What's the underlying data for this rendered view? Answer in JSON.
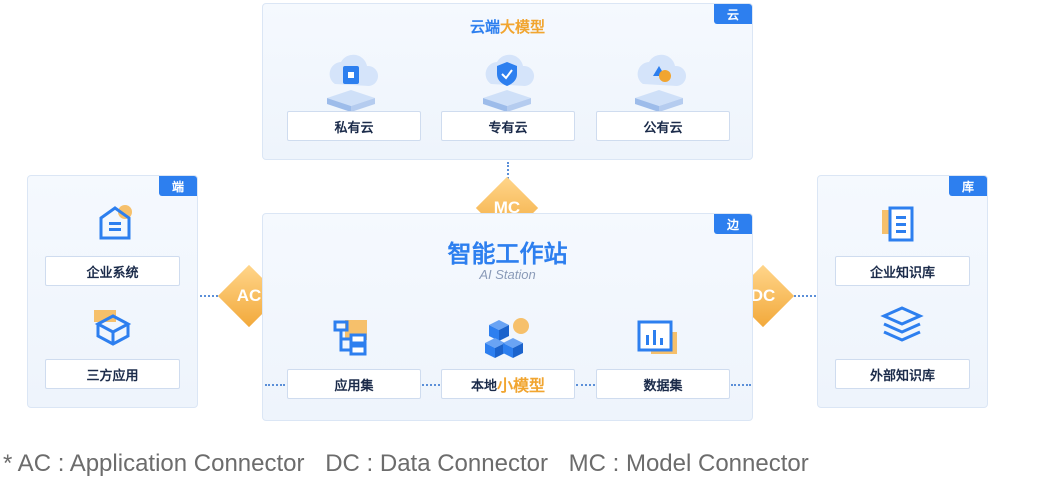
{
  "cloud": {
    "tag": "云",
    "title_main": "云端",
    "title_highlight": "大模型",
    "items": [
      {
        "label": "私有云",
        "icon": "private-cloud-server-icon"
      },
      {
        "label": "专有云",
        "icon": "dedicated-cloud-server-icon"
      },
      {
        "label": "公有云",
        "icon": "public-cloud-server-icon"
      }
    ]
  },
  "endpoint": {
    "tag": "端",
    "items": [
      {
        "label": "企业系统",
        "icon": "enterprise-system-icon"
      },
      {
        "label": "三方应用",
        "icon": "third-party-app-icon"
      }
    ]
  },
  "library": {
    "tag": "库",
    "items": [
      {
        "label": "企业知识库",
        "icon": "enterprise-knowledge-icon"
      },
      {
        "label": "外部知识库",
        "icon": "external-knowledge-icon"
      }
    ]
  },
  "edge": {
    "tag": "边",
    "title": "智能工作站",
    "subtitle": "AI Station",
    "items": [
      {
        "label": "应用集",
        "icon": "app-set-icon"
      },
      {
        "label_main": "本地",
        "label_highlight": "小模型",
        "icon": "local-small-model-icon"
      },
      {
        "label": "数据集",
        "icon": "dataset-icon"
      }
    ]
  },
  "connectors": {
    "mc": "MC",
    "ac": "AC",
    "dc": "DC"
  },
  "legend": [
    "* AC : Application Connector",
    "DC : Data Connector",
    "MC : Model Connector"
  ],
  "colors": {
    "accent_blue": "#2d7fef",
    "accent_orange": "#f1a530",
    "panel_bg": "#eef4fc"
  }
}
